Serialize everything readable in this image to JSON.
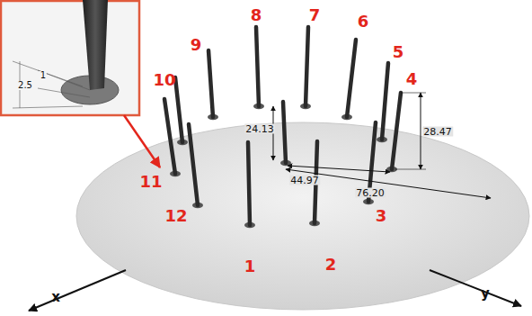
{
  "diagram": {
    "labels": [
      "2.5",
      "1",
      "10",
      "9",
      "8",
      "7",
      "6",
      "5",
      "4",
      "24.13",
      "28.47",
      "44.97",
      "76.20",
      "11",
      "3",
      "12",
      "1",
      "2",
      "x",
      "y"
    ]
  }
}
